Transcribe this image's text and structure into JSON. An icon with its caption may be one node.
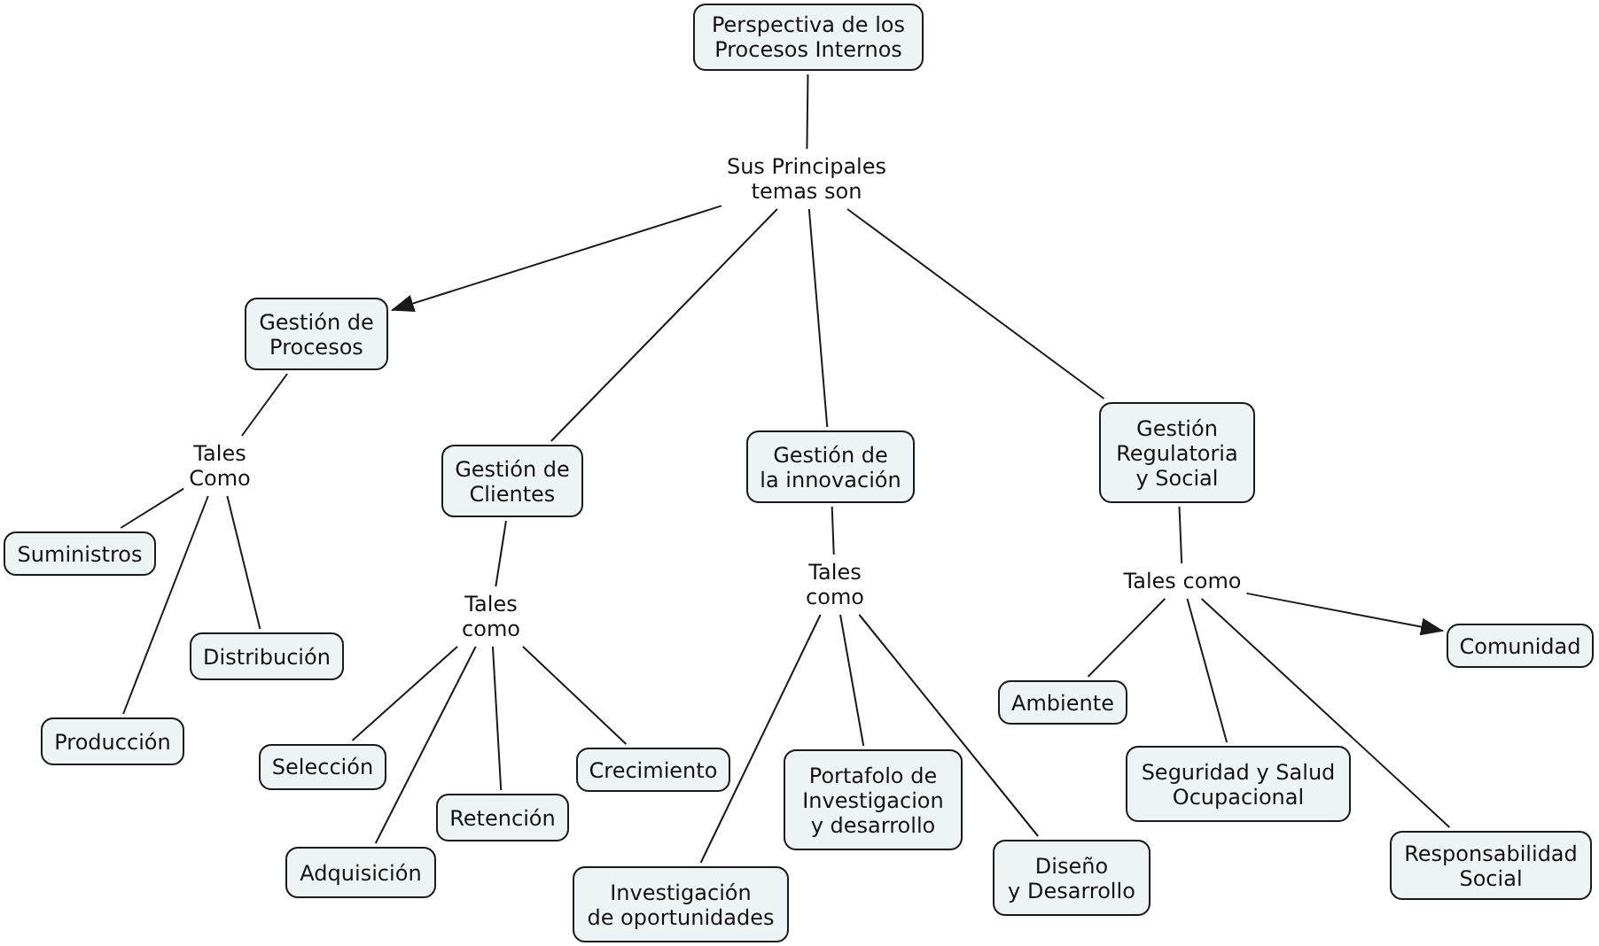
{
  "diagram": {
    "nodes": [
      {
        "text": [
          "Perspectiva de los Procesos Internos"
        ]
      },
      {
        "text": [
          "Sus Principales temas son"
        ]
      },
      {
        "text": [
          "Gestión de Procesos"
        ]
      },
      {
        "text": [
          "Gestión de Clientes"
        ]
      },
      {
        "text": [
          "Gestión de la innovación"
        ]
      },
      {
        "text": [
          "Gestión Regulatoria y Social"
        ]
      },
      {
        "text": [
          "Tales Como"
        ]
      },
      {
        "text": [
          "Tales como"
        ]
      },
      {
        "text": [
          "Tales como"
        ]
      },
      {
        "text": [
          "Tales como"
        ]
      },
      {
        "text": [
          "Suministros"
        ]
      },
      {
        "text": [
          "Distribución"
        ]
      },
      {
        "text": [
          "Producción"
        ]
      },
      {
        "text": [
          "Selección"
        ]
      },
      {
        "text": [
          "Retención"
        ]
      },
      {
        "text": [
          "Crecimiento"
        ]
      },
      {
        "text": [
          "Adquisición"
        ]
      },
      {
        "text": [
          "Investigación de oportunidades"
        ]
      },
      {
        "text": [
          "Portafolo de Investigacion y desarrollo"
        ]
      },
      {
        "text": [
          "Diseño y Desarrollo"
        ]
      },
      {
        "text": [
          "Ambiente"
        ]
      },
      {
        "text": [
          "Comunidad"
        ]
      },
      {
        "text": [
          "Seguridad y Salud Ocupacional"
        ]
      },
      {
        "text": [
          "Responsabilidad Social"
        ]
      }
    ],
    "edges": [
      {
        "from": 0,
        "to": 1,
        "arrow": "none"
      },
      {
        "from": 1,
        "to": 2,
        "arrow": "to"
      },
      {
        "from": 1,
        "to": 3,
        "arrow": "none"
      },
      {
        "from": 1,
        "to": 4,
        "arrow": "none"
      },
      {
        "from": 1,
        "to": 5,
        "arrow": "none"
      },
      {
        "from": 2,
        "to": 6,
        "arrow": "none"
      },
      {
        "from": 3,
        "to": 7,
        "arrow": "none"
      },
      {
        "from": 4,
        "to": 8,
        "arrow": "none"
      },
      {
        "from": 5,
        "to": 9,
        "arrow": "none"
      },
      {
        "from": 6,
        "to": 10,
        "arrow": "none"
      },
      {
        "from": 6,
        "to": 12,
        "arrow": "none"
      },
      {
        "from": 6,
        "to": 11,
        "arrow": "none"
      },
      {
        "from": 7,
        "to": 13,
        "arrow": "none"
      },
      {
        "from": 7,
        "to": 16,
        "arrow": "none"
      },
      {
        "from": 7,
        "to": 14,
        "arrow": "none"
      },
      {
        "from": 7,
        "to": 15,
        "arrow": "none"
      },
      {
        "from": 8,
        "to": 17,
        "arrow": "none"
      },
      {
        "from": 8,
        "to": 18,
        "arrow": "none"
      },
      {
        "from": 8,
        "to": 19,
        "arrow": "none"
      },
      {
        "from": 9,
        "to": 20,
        "arrow": "none"
      },
      {
        "from": 9,
        "to": 22,
        "arrow": "none"
      },
      {
        "from": 9,
        "to": 23,
        "arrow": "none"
      },
      {
        "from": 9,
        "to": 21,
        "arrow": "to"
      }
    ]
  }
}
